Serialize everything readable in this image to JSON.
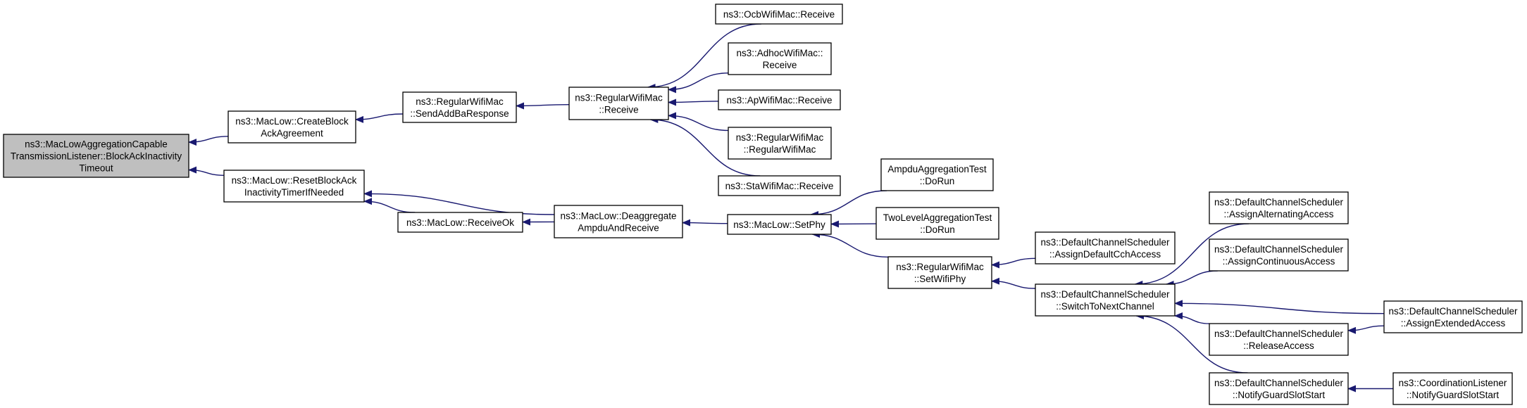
{
  "colors": {
    "edge": "#191970",
    "node_fill": "#ffffff",
    "focus_fill": "#bfbfbf",
    "node_border": "#000000"
  },
  "nodes": [
    {
      "id": "focus",
      "lines": [
        "ns3::MacLowAggregationCapable",
        "TransmissionListener::BlockAckInactivity",
        "Timeout"
      ],
      "focus": true
    },
    {
      "id": "create_block",
      "lines": [
        "ns3::MacLow::CreateBlock",
        "AckAgreement"
      ]
    },
    {
      "id": "reset_block",
      "lines": [
        "ns3::MacLow::ResetBlockAck",
        "InactivityTimerIfNeeded"
      ]
    },
    {
      "id": "send_addba",
      "lines": [
        "ns3::RegularWifiMac",
        "::SendAddBaResponse"
      ]
    },
    {
      "id": "receive_ok",
      "lines": [
        "ns3::MacLow::ReceiveOk"
      ]
    },
    {
      "id": "rwm_receive",
      "lines": [
        "ns3::RegularWifiMac",
        "::Receive"
      ]
    },
    {
      "id": "deaggregate",
      "lines": [
        "ns3::MacLow::Deaggregate",
        "AmpduAndReceive"
      ]
    },
    {
      "id": "ocb_receive",
      "lines": [
        "ns3::OcbWifiMac::Receive"
      ]
    },
    {
      "id": "adhoc_receive",
      "lines": [
        "ns3::AdhocWifiMac::",
        "Receive"
      ]
    },
    {
      "id": "ap_receive",
      "lines": [
        "ns3::ApWifiMac::Receive"
      ]
    },
    {
      "id": "rwm_ctor",
      "lines": [
        "ns3::RegularWifiMac",
        "::RegularWifiMac"
      ]
    },
    {
      "id": "sta_receive",
      "lines": [
        "ns3::StaWifiMac::Receive"
      ]
    },
    {
      "id": "set_phy",
      "lines": [
        "ns3::MacLow::SetPhy"
      ]
    },
    {
      "id": "ampdu_test",
      "lines": [
        "AmpduAggregationTest",
        "::DoRun"
      ]
    },
    {
      "id": "twolevel_test",
      "lines": [
        "TwoLevelAggregationTest",
        "::DoRun"
      ]
    },
    {
      "id": "set_wifi_phy",
      "lines": [
        "ns3::RegularWifiMac",
        "::SetWifiPhy"
      ]
    },
    {
      "id": "assign_cch",
      "lines": [
        "ns3::DefaultChannelScheduler",
        "::AssignDefaultCchAccess"
      ]
    },
    {
      "id": "switch_next",
      "lines": [
        "ns3::DefaultChannelScheduler",
        "::SwitchToNextChannel"
      ]
    },
    {
      "id": "assign_alt",
      "lines": [
        "ns3::DefaultChannelScheduler",
        "::AssignAlternatingAccess"
      ]
    },
    {
      "id": "assign_cont",
      "lines": [
        "ns3::DefaultChannelScheduler",
        "::AssignContinuousAccess"
      ]
    },
    {
      "id": "release",
      "lines": [
        "ns3::DefaultChannelScheduler",
        "::ReleaseAccess"
      ]
    },
    {
      "id": "notify_guard",
      "lines": [
        "ns3::DefaultChannelScheduler",
        "::NotifyGuardSlotStart"
      ]
    },
    {
      "id": "assign_ext",
      "lines": [
        "ns3::DefaultChannelScheduler",
        "::AssignExtendedAccess"
      ]
    },
    {
      "id": "coord_notify",
      "lines": [
        "ns3::CoordinationListener",
        "::NotifyGuardSlotStart"
      ]
    }
  ],
  "edges": [
    {
      "from": "create_block",
      "to": "focus"
    },
    {
      "from": "reset_block",
      "to": "focus"
    },
    {
      "from": "send_addba",
      "to": "create_block"
    },
    {
      "from": "receive_ok",
      "to": "reset_block"
    },
    {
      "from": "deaggregate",
      "to": "reset_block"
    },
    {
      "from": "rwm_receive",
      "to": "send_addba"
    },
    {
      "from": "deaggregate",
      "to": "receive_ok"
    },
    {
      "from": "ocb_receive",
      "to": "rwm_receive"
    },
    {
      "from": "adhoc_receive",
      "to": "rwm_receive"
    },
    {
      "from": "ap_receive",
      "to": "rwm_receive"
    },
    {
      "from": "rwm_ctor",
      "to": "rwm_receive"
    },
    {
      "from": "sta_receive",
      "to": "rwm_receive"
    },
    {
      "from": "set_phy",
      "to": "deaggregate"
    },
    {
      "from": "ampdu_test",
      "to": "set_phy"
    },
    {
      "from": "twolevel_test",
      "to": "set_phy"
    },
    {
      "from": "set_wifi_phy",
      "to": "set_phy"
    },
    {
      "from": "assign_cch",
      "to": "set_wifi_phy"
    },
    {
      "from": "switch_next",
      "to": "set_wifi_phy"
    },
    {
      "from": "assign_alt",
      "to": "switch_next"
    },
    {
      "from": "assign_cont",
      "to": "switch_next"
    },
    {
      "from": "assign_ext",
      "to": "switch_next"
    },
    {
      "from": "release",
      "to": "switch_next"
    },
    {
      "from": "notify_guard",
      "to": "switch_next"
    },
    {
      "from": "assign_ext",
      "to": "release"
    },
    {
      "from": "coord_notify",
      "to": "notify_guard"
    }
  ]
}
